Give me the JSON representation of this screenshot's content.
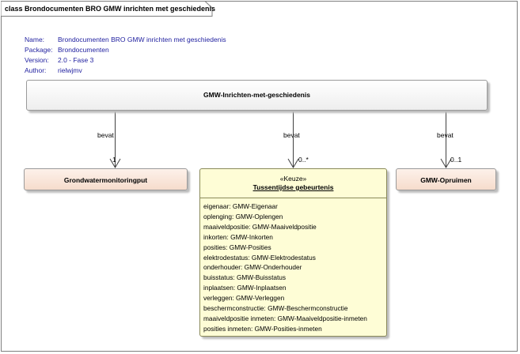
{
  "diagram": {
    "title": "class Brondocumenten BRO GMW inrichten met geschiedenis",
    "meta": [
      {
        "key": "Name:",
        "value": "Brondocumenten BRO GMW inrichten met geschiedenis"
      },
      {
        "key": "Package:",
        "value": "Brondocumenten"
      },
      {
        "key": "Version:",
        "value": "2.0 - Fase 3"
      },
      {
        "key": "Author:",
        "value": "rielwjmv"
      }
    ],
    "main_class": "GMW-Inrichten-met-geschiedenis",
    "left_class": "Grondwatermonitoringput",
    "right_class": "GMW-Opruimen",
    "choice_class": {
      "stereotype": "«Keuze»",
      "name": "Tussentijdse gebeurtenis",
      "attributes": [
        "eigenaar: GMW-Eigenaar",
        "oplenging: GMW-Oplengen",
        "maaiveldpositie: GMW-Maaiveldpositie",
        "inkorten: GMW-Inkorten",
        "posities: GMW-Posities",
        "elektrodestatus: GMW-Elektrodestatus",
        "onderhouder: GMW-Onderhouder",
        "buisstatus: GMW-Buisstatus",
        "inplaatsen: GMW-Inplaatsen",
        "verleggen: GMW-Verleggen",
        "beschermconstructie: GMW-Beschermconstructie",
        "maaiveldpositie inmeten: GMW-Maaiveldpositie-inmeten",
        "posities inmeten: GMW-Posities-inmeten"
      ]
    },
    "associations": [
      {
        "label": "bevat",
        "multiplicity": "1"
      },
      {
        "label": "bevat",
        "multiplicity": "0..*"
      },
      {
        "label": "bevat",
        "multiplicity": "0..1"
      }
    ]
  }
}
